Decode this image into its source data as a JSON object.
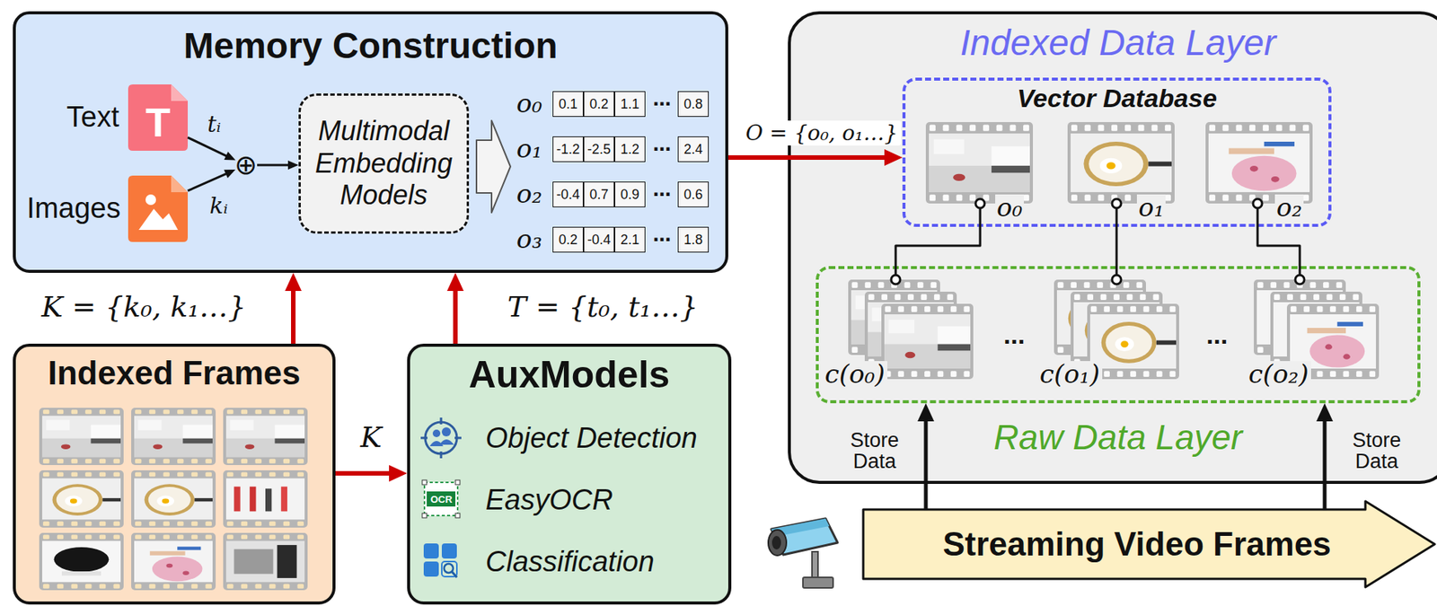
{
  "diagram": {
    "nodes": [
      {
        "text": [
          "Memory Construction"
        ]
      },
      {
        "text": [
          "Text",
          "T"
        ],
        "in": 0
      },
      {
        "text": [
          "Images"
        ],
        "in": 0
      },
      {
        "text": [
          "⊕"
        ],
        "in": 0
      },
      {
        "text": [
          "Multimodal Embedding Models"
        ],
        "in": 0
      },
      {
        "text": [
          "Indexed Data Layer"
        ]
      },
      {
        "text": [
          "Vector Database"
        ],
        "in": 5
      },
      {
        "text": [
          "o₀"
        ],
        "in": 6
      },
      {
        "text": [
          "o₁"
        ],
        "in": 6
      },
      {
        "text": [
          "o₂"
        ],
        "in": 6
      },
      {
        "text": [
          "Raw Data Layer"
        ],
        "in": 5
      },
      {
        "text": [
          "c(o₀)"
        ],
        "in": 10
      },
      {
        "text": [
          "c(o₁)"
        ],
        "in": 10
      },
      {
        "text": [
          "c(o₂)"
        ],
        "in": 10
      },
      {
        "text": [
          "Indexed Frames"
        ]
      },
      {
        "text": [
          "AuxModels",
          "Object Detection",
          "EasyOCR",
          "Classification"
        ]
      },
      {
        "text": [
          "Streaming Video Frames"
        ]
      }
    ],
    "edges": [
      {
        "from": 1,
        "to": 3,
        "label": "tᵢ",
        "arrow": "to"
      },
      {
        "from": 2,
        "to": 3,
        "label": "kᵢ",
        "arrow": "to"
      },
      {
        "from": 3,
        "to": 4,
        "arrow": "to"
      },
      {
        "from": 0,
        "to": 6,
        "label": "O = {o₀, o₁…}",
        "arrow": "to"
      },
      {
        "from": 14,
        "to": 0,
        "label": "K = {k₀, k₁…}",
        "arrow": "to"
      },
      {
        "from": 14,
        "to": 15,
        "label": "K",
        "arrow": "to"
      },
      {
        "from": 15,
        "to": 0,
        "label": "T = {t₀, t₁…}",
        "arrow": "to"
      },
      {
        "from": 7,
        "to": 11,
        "arrow": "none"
      },
      {
        "from": 8,
        "to": 12,
        "arrow": "none"
      },
      {
        "from": 9,
        "to": 13,
        "arrow": "none"
      },
      {
        "from": 16,
        "to": 10,
        "label": "Store Data",
        "arrow": "to"
      },
      {
        "from": 16,
        "to": 10,
        "label": "Store Data",
        "arrow": "to"
      }
    ],
    "labels": [
      "o₀",
      "0.1",
      "0.2",
      "1.1",
      "⋯",
      "0.8",
      "o₁",
      "-1.2",
      "-2.5",
      "1.2",
      "⋯",
      "2.4",
      "o₂",
      "-0.4",
      "0.7",
      "0.9",
      "⋯",
      "0.6",
      "o₃",
      "0.2",
      "-0.4",
      "2.1",
      "⋯",
      "1.8",
      "OCR",
      "...",
      "..."
    ]
  }
}
